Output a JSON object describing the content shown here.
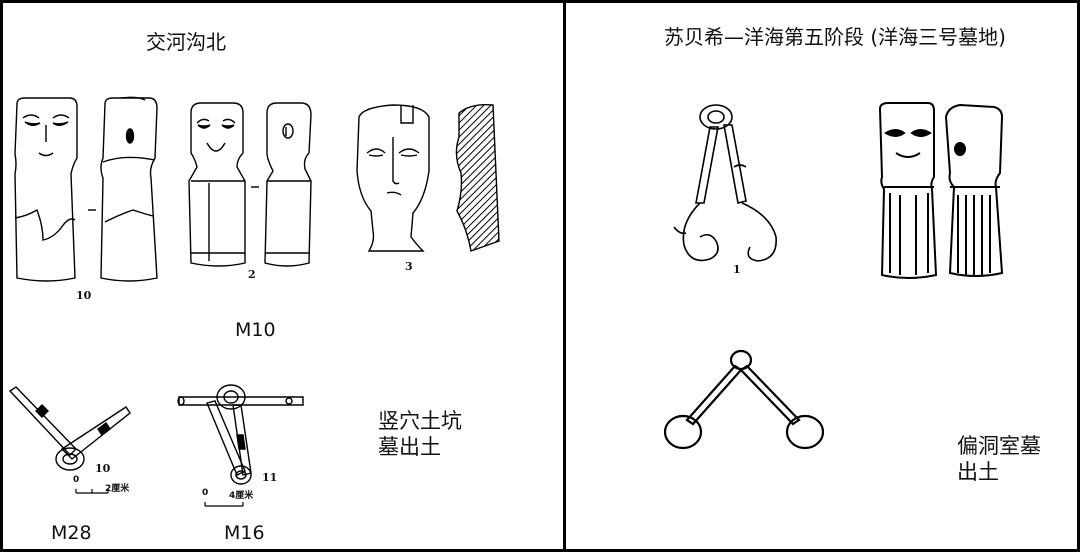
{
  "left_panel": {
    "title": "交河沟北",
    "figures": {
      "fig10_label": "10",
      "fig2_label": "2",
      "fig3_label": "3",
      "top_group_label": "M10",
      "bit_m28_number": "10",
      "bit_m28_scale_zero": "0",
      "bit_m28_scale_text": "2厘米",
      "bit_m28_label": "M28",
      "bit_m16_number": "11",
      "bit_m16_scale_zero": "0",
      "bit_m16_scale_text": "4厘米",
      "bit_m16_label": "M16"
    },
    "caption_line1": "竖穴土坑",
    "caption_line2": "墓出土"
  },
  "right_panel": {
    "title": "苏贝希—洋海第五阶段 (洋海三号墓地)",
    "cheekpiece_number": "1",
    "caption_line1": "偏洞室墓",
    "caption_line2": "出土"
  }
}
